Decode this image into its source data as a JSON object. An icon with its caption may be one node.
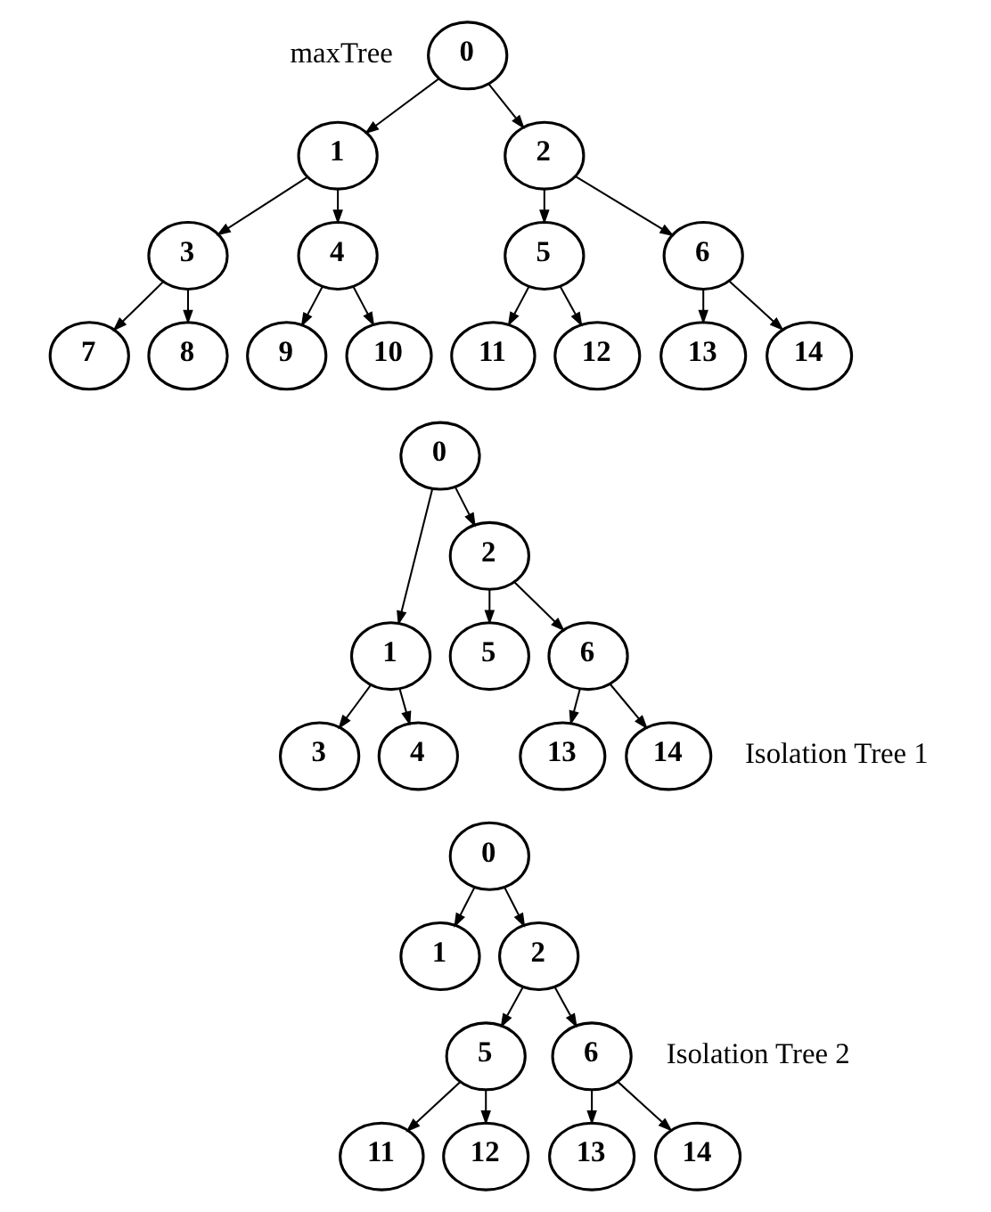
{
  "diagram": {
    "nodes": [
      {
        "text": [
          "0"
        ]
      },
      {
        "text": [
          "1"
        ]
      },
      {
        "text": [
          "2"
        ]
      },
      {
        "text": [
          "3"
        ]
      },
      {
        "text": [
          "4"
        ]
      },
      {
        "text": [
          "5"
        ]
      },
      {
        "text": [
          "6"
        ]
      },
      {
        "text": [
          "7"
        ]
      },
      {
        "text": [
          "8"
        ]
      },
      {
        "text": [
          "9"
        ]
      },
      {
        "text": [
          "10"
        ]
      },
      {
        "text": [
          "11"
        ]
      },
      {
        "text": [
          "12"
        ]
      },
      {
        "text": [
          "13"
        ]
      },
      {
        "text": [
          "14"
        ]
      },
      {
        "text": [
          "0"
        ]
      },
      {
        "text": [
          "1"
        ]
      },
      {
        "text": [
          "2"
        ]
      },
      {
        "text": [
          "3"
        ]
      },
      {
        "text": [
          "4"
        ]
      },
      {
        "text": [
          "5"
        ]
      },
      {
        "text": [
          "6"
        ]
      },
      {
        "text": [
          "13"
        ]
      },
      {
        "text": [
          "14"
        ]
      },
      {
        "text": [
          "0"
        ]
      },
      {
        "text": [
          "1"
        ]
      },
      {
        "text": [
          "2"
        ]
      },
      {
        "text": [
          "5"
        ]
      },
      {
        "text": [
          "6"
        ]
      },
      {
        "text": [
          "11"
        ]
      },
      {
        "text": [
          "12"
        ]
      },
      {
        "text": [
          "13"
        ]
      },
      {
        "text": [
          "14"
        ]
      }
    ],
    "edges": [
      {
        "from": 0,
        "to": 1,
        "arrow": "to"
      },
      {
        "from": 0,
        "to": 2,
        "arrow": "to"
      },
      {
        "from": 1,
        "to": 3,
        "arrow": "to"
      },
      {
        "from": 1,
        "to": 4,
        "arrow": "to"
      },
      {
        "from": 2,
        "to": 5,
        "arrow": "to"
      },
      {
        "from": 2,
        "to": 6,
        "arrow": "to"
      },
      {
        "from": 3,
        "to": 7,
        "arrow": "to"
      },
      {
        "from": 3,
        "to": 8,
        "arrow": "to"
      },
      {
        "from": 4,
        "to": 9,
        "arrow": "to"
      },
      {
        "from": 4,
        "to": 10,
        "arrow": "to"
      },
      {
        "from": 5,
        "to": 11,
        "arrow": "to"
      },
      {
        "from": 5,
        "to": 12,
        "arrow": "to"
      },
      {
        "from": 6,
        "to": 13,
        "arrow": "to"
      },
      {
        "from": 6,
        "to": 14,
        "arrow": "to"
      },
      {
        "from": 15,
        "to": 16,
        "arrow": "to"
      },
      {
        "from": 15,
        "to": 17,
        "arrow": "to"
      },
      {
        "from": 16,
        "to": 18,
        "arrow": "to"
      },
      {
        "from": 16,
        "to": 19,
        "arrow": "to"
      },
      {
        "from": 17,
        "to": 20,
        "arrow": "to"
      },
      {
        "from": 17,
        "to": 21,
        "arrow": "to"
      },
      {
        "from": 21,
        "to": 22,
        "arrow": "to"
      },
      {
        "from": 21,
        "to": 23,
        "arrow": "to"
      },
      {
        "from": 24,
        "to": 25,
        "arrow": "to"
      },
      {
        "from": 24,
        "to": 26,
        "arrow": "to"
      },
      {
        "from": 26,
        "to": 27,
        "arrow": "to"
      },
      {
        "from": 26,
        "to": 28,
        "arrow": "to"
      },
      {
        "from": 27,
        "to": 29,
        "arrow": "to"
      },
      {
        "from": 27,
        "to": 30,
        "arrow": "to"
      },
      {
        "from": 28,
        "to": 31,
        "arrow": "to"
      },
      {
        "from": 28,
        "to": 32,
        "arrow": "to"
      }
    ],
    "labels": [
      "maxTree",
      "Isolation Tree 1",
      "Isolation Tree 2"
    ]
  }
}
